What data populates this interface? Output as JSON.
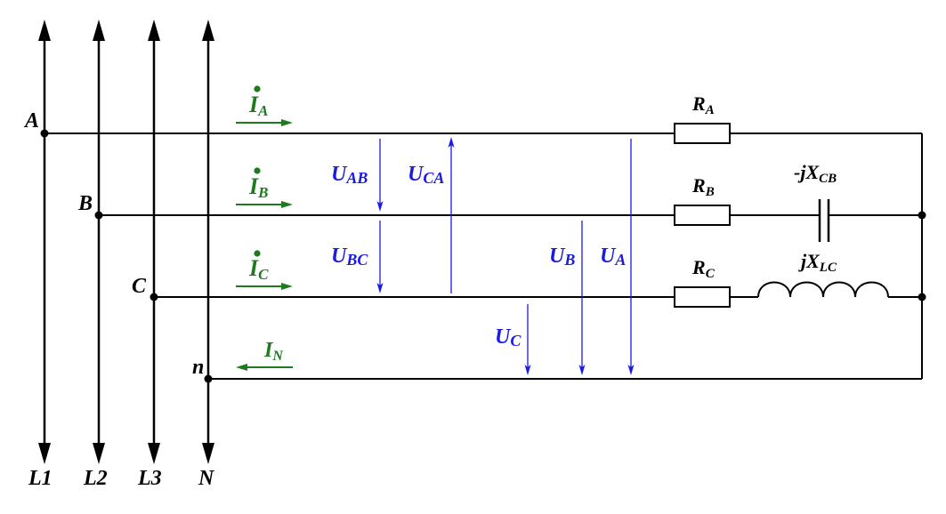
{
  "buses": {
    "L1": "L1",
    "L2": "L2",
    "L3": "L3",
    "N": "N"
  },
  "nodes": {
    "A": "A",
    "B": "B",
    "C": "C",
    "n": "n"
  },
  "currents": {
    "IA": {
      "main": "I",
      "sub": "A"
    },
    "IB": {
      "main": "I",
      "sub": "B"
    },
    "IC": {
      "main": "I",
      "sub": "C"
    },
    "IN": {
      "main": "I",
      "sub": "N"
    }
  },
  "voltages": {
    "UAB": {
      "main": "U",
      "sub": "AB"
    },
    "UCA": {
      "main": "U",
      "sub": "CA"
    },
    "UBC": {
      "main": "U",
      "sub": "BC"
    },
    "UB": {
      "main": "U",
      "sub": "B"
    },
    "UA": {
      "main": "U",
      "sub": "A"
    },
    "UC": {
      "main": "U",
      "sub": "C"
    }
  },
  "components": {
    "RA": {
      "main": "R",
      "sub": "A"
    },
    "RB": {
      "main": "R",
      "sub": "B"
    },
    "RC": {
      "main": "R",
      "sub": "C"
    },
    "XCB": {
      "main": "-jX",
      "sub": "CB"
    },
    "XLC": {
      "main": "jX",
      "sub": "LC"
    }
  },
  "colors": {
    "wires": "#000000",
    "voltage": "#1a1ae6",
    "current": "#1e7a1e"
  }
}
